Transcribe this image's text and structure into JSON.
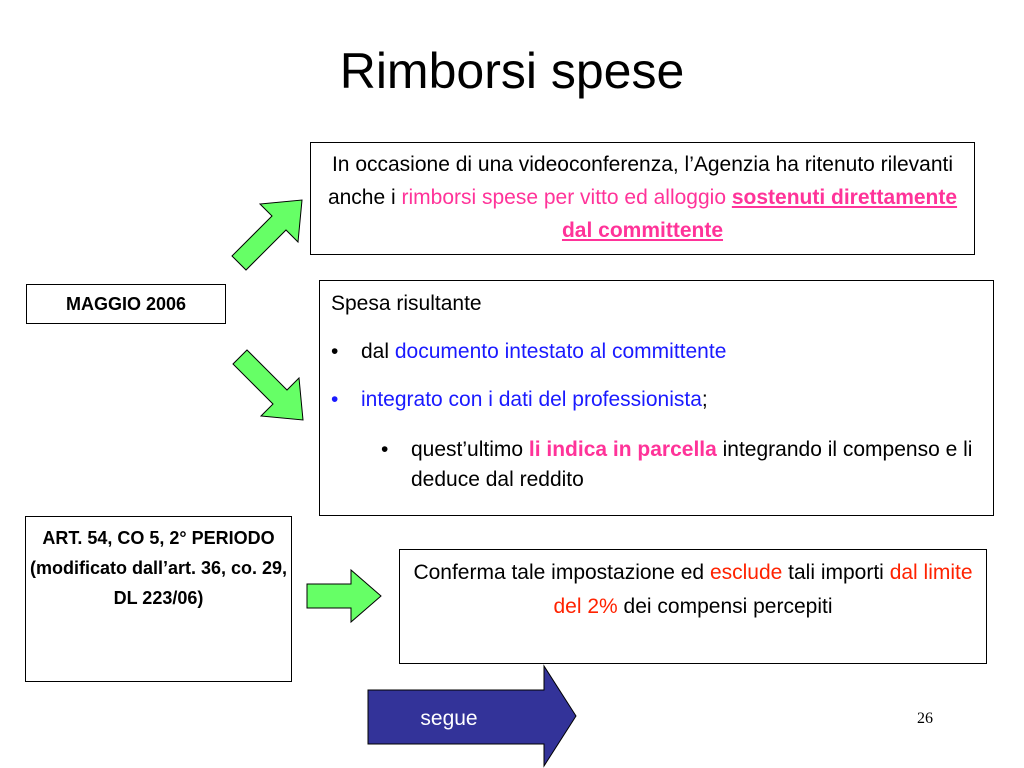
{
  "slide": {
    "title": "Rimborsi spese",
    "page_number": "26"
  },
  "box_top": {
    "part1": "In occasione di una videoconferenza, l’Agenzia ha ritenuto rilevanti anche i ",
    "part2": "rimborsi spese per vitto ed alloggio",
    "part3": " ",
    "part4": "sostenuti direttamente dal committente"
  },
  "maggio": {
    "label": "MAGGIO 2006"
  },
  "box_spesa": {
    "heading": "Spesa risultante",
    "bullet1_pre": "dal ",
    "bullet1_highlight": "documento intestato al committente",
    "bullet2_highlight": "integrato con i dati del professionista",
    "bullet2_post": ";",
    "sub_pre": "quest’ultimo ",
    "sub_highlight": "li indica in parcella",
    "sub_post": " integrando il compenso e li deduce dal reddito",
    "bullet_char": "•"
  },
  "art": {
    "label": "ART. 54, CO 5, 2° PERIODO (modificato dall’art. 36, co. 29, DL 223/06)"
  },
  "box_conferma": {
    "part1": "Conferma tale impostazione ed ",
    "part2": "esclude",
    "part3": " tali importi ",
    "part4": "dal limite del 2%",
    "part5": " dei compensi percepiti"
  },
  "nav": {
    "segue_label": "segue"
  },
  "colors": {
    "arrow_green": "#66ff66",
    "segue_blue": "#333399",
    "pink": "#ff3399",
    "blue": "#1a1aff",
    "red": "#ff2200"
  }
}
